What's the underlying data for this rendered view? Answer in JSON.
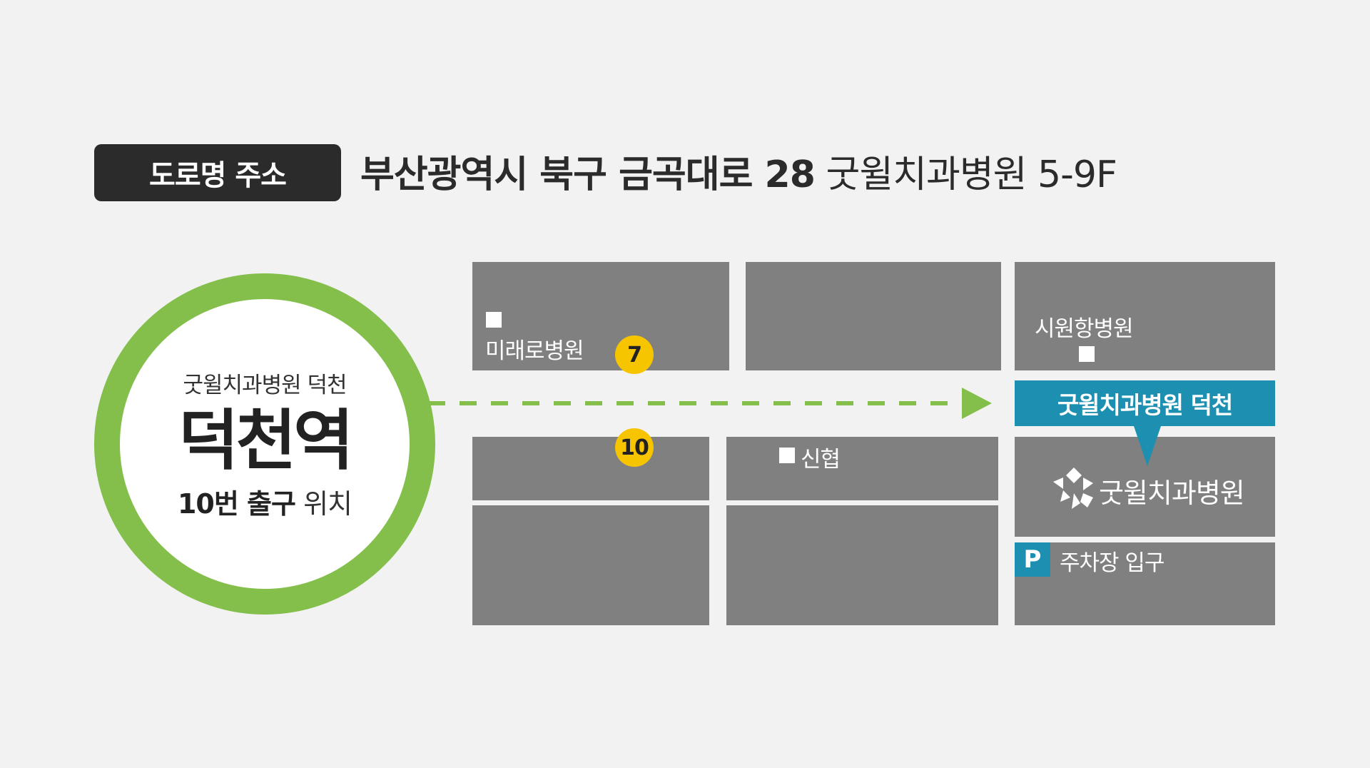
{
  "header": {
    "badge": "도로명 주소",
    "address_bold": "부산광역시 북구 금곡대로 28",
    "address_regular": "굿윌치과병원 5-9F"
  },
  "station": {
    "subtitle": "굿윌치과병원 덕천",
    "name": "덕천역",
    "exit_bold": "10번 출구",
    "exit_rest": "위치"
  },
  "map": {
    "landmarks": {
      "mirae": "미래로병원",
      "siwon": "시원항병원",
      "shinhyup": "신협"
    },
    "exits": {
      "exit7": "7",
      "exit10": "10"
    },
    "callout": "굿윌치과병원 덕천",
    "logo_text": "굿윌치과병원",
    "parking_symbol": "P",
    "parking_label": "주차장 입구"
  },
  "colors": {
    "accent_green": "#83bf4a",
    "accent_blue": "#1d8fb0",
    "exit_yellow": "#f7c400",
    "block_gray": "#808080"
  }
}
